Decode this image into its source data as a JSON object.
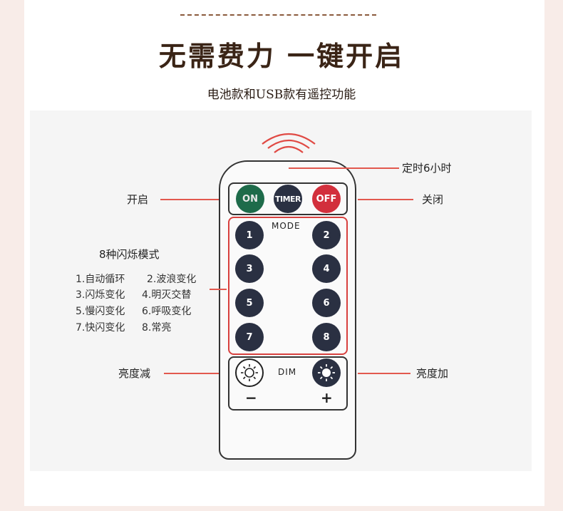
{
  "header": {
    "title": "无需费力 一键开启",
    "subtitle": "电池款和USB款有遥控功能"
  },
  "callouts": {
    "timer_note": "定时6小时",
    "power_on": "开启",
    "power_off": "关闭",
    "modes_title": "8种闪烁模式",
    "modes": [
      "1.自动循环",
      "2.波浪变化",
      "3.闪烁变化",
      "4.明灭交替",
      "5.慢闪变化",
      "6.呼吸变化",
      "7.快闪变化",
      "8.常亮"
    ],
    "dim_down": "亮度减",
    "dim_up": "亮度加"
  },
  "remote": {
    "on_label": "ON",
    "timer_label": "TIMER",
    "off_label": "OFF",
    "mode_label": "MODE",
    "mode_buttons": [
      "1",
      "2",
      "3",
      "4",
      "5",
      "6",
      "7",
      "8"
    ],
    "dim_label": "DIM",
    "minus_label": "−",
    "plus_label": "+"
  },
  "colors": {
    "on_green": "#1e6b4a",
    "off_red": "#d22f3c",
    "button_dark": "#2a3042",
    "leader_red": "#e2584e",
    "title_brown": "#3a2416"
  }
}
